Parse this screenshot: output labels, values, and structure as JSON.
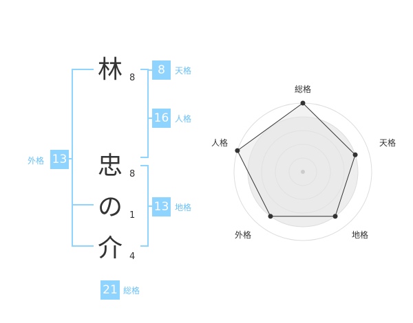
{
  "name": {
    "characters": [
      {
        "char": "林",
        "strokes": "8"
      },
      {
        "char": "忠",
        "strokes": "8"
      },
      {
        "char": "の",
        "strokes": "1"
      },
      {
        "char": "介",
        "strokes": "4"
      }
    ]
  },
  "fortunes": {
    "tenkaku": {
      "value": "8",
      "label": "天格"
    },
    "jinkaku": {
      "value": "16",
      "label": "人格"
    },
    "chikaku": {
      "value": "13",
      "label": "地格"
    },
    "gaikaku": {
      "value": "13",
      "label": "外格"
    },
    "soukaku": {
      "value": "21",
      "label": "総格"
    }
  },
  "radar": {
    "axes": [
      "総格",
      "天格",
      "地格",
      "外格",
      "人格"
    ],
    "levels": 5,
    "values": [
      5,
      4,
      4,
      4,
      5
    ],
    "max": 5
  },
  "colors": {
    "accent": "#8fd3ff",
    "accent_text": "#6cc2f5",
    "text": "#333333",
    "radar_fill": "#eeeeee",
    "radar_ring": "#dddddd"
  }
}
